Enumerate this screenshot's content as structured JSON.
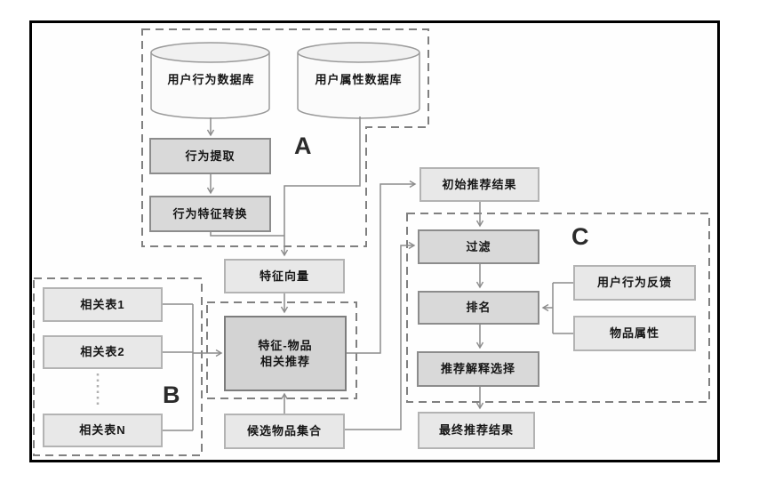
{
  "diagram_title": "recommendation-system-flowchart",
  "groups": {
    "a": "A",
    "b": "B",
    "c": "C"
  },
  "databases": {
    "user_behavior_db": "用户行为数据库",
    "user_attr_db": "用户属性数据库"
  },
  "nodes": {
    "behavior_extract": "行为提取",
    "behavior_feature_convert": "行为特征转换",
    "feature_vector": "特征向量",
    "feature_item_rec_line1": "特征-物品",
    "feature_item_rec_line2": "相关推荐",
    "rel_table_1": "相关表1",
    "rel_table_2": "相关表2",
    "rel_table_n": "相关表N",
    "candidate_items": "候选物品集合",
    "initial_results": "初始推荐结果",
    "filter": "过滤",
    "ranking": "排名",
    "explanation_select": "推荐解释选择",
    "final_results": "最终推荐结果",
    "user_behavior_feedback": "用户行为反馈",
    "item_attributes": "物品属性"
  },
  "colors": {
    "frame_border": "#000000",
    "dashed_outline": "#808080",
    "connector": "#8c8c8c",
    "process_fill": "#d9d9d9",
    "process_border": "#8c8c8c",
    "data_fill": "#e8e8e8",
    "data_border": "#b3b3b3",
    "main_fill": "#d3d3d3",
    "main_border": "#7d7d7d",
    "cylinder_fill": "#fbfbfb",
    "cylinder_top_fill": "#f1f1f1"
  }
}
